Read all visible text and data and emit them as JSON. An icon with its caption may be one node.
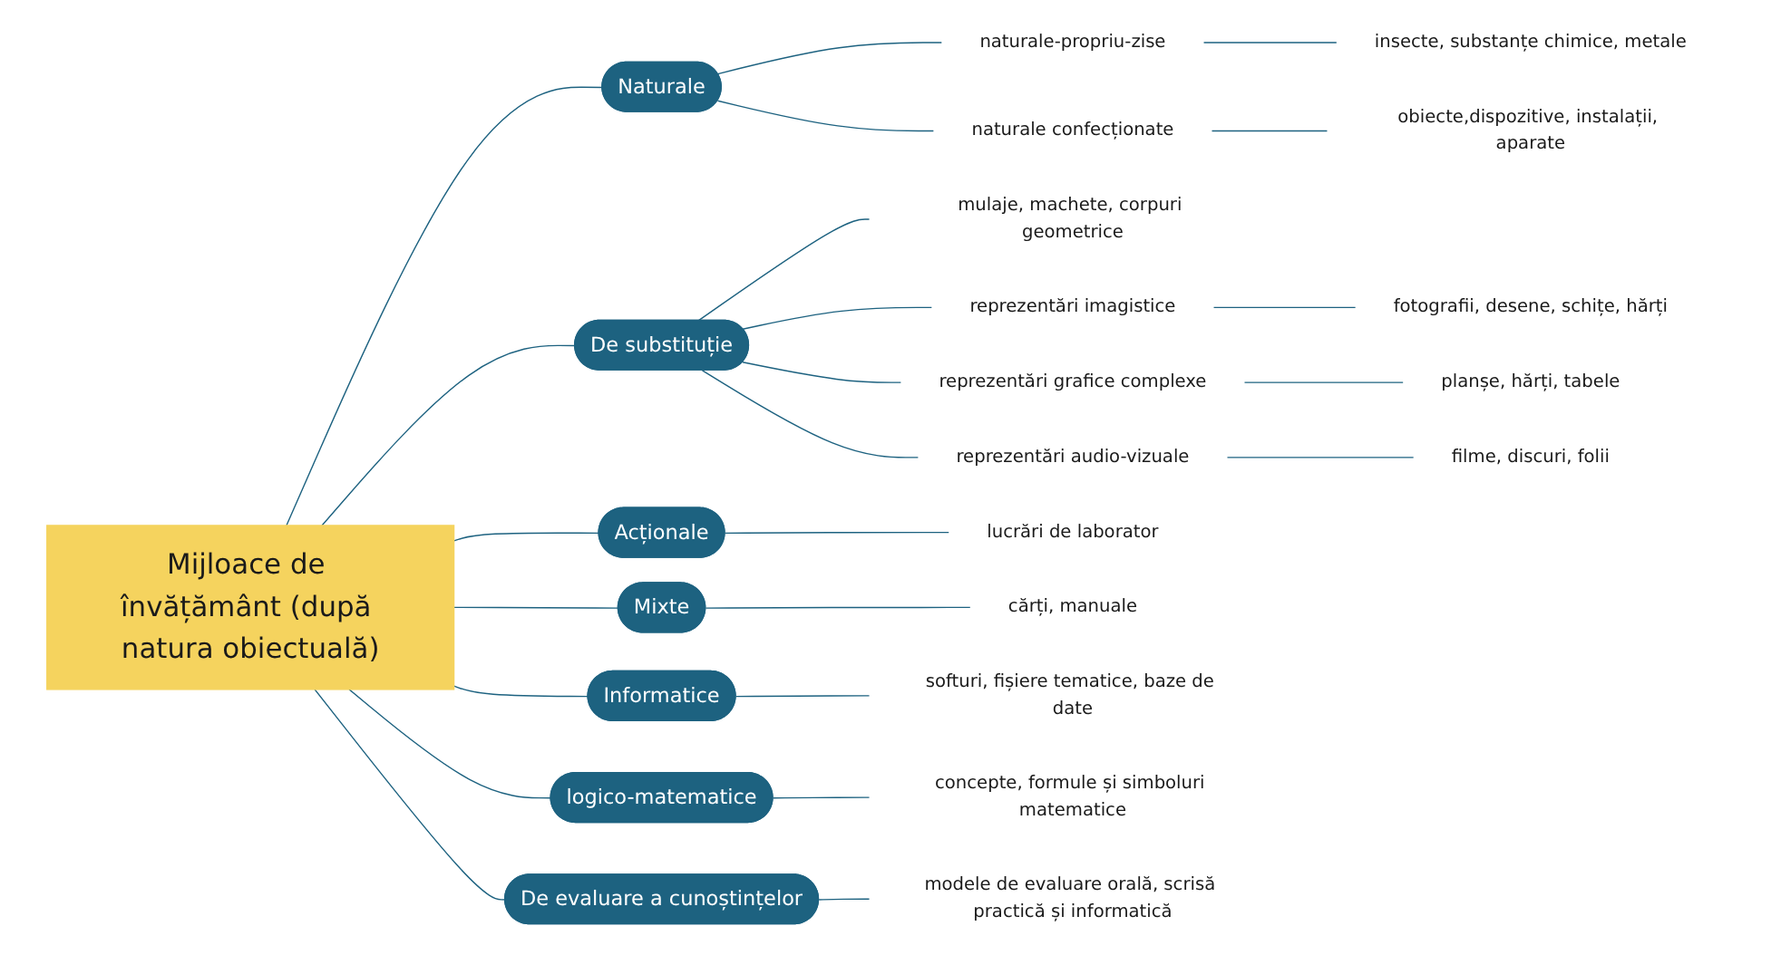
{
  "diagram": {
    "nodes": [
      {
        "text": [
          "Mijloace de învățământ (după natura obiectuală)"
        ]
      },
      {
        "text": [
          "Naturale"
        ]
      },
      {
        "text": [
          "naturale-propriu-zise"
        ]
      },
      {
        "text": [
          "insecte, substanțe chimice, metale"
        ]
      },
      {
        "text": [
          "naturale confecționate"
        ]
      },
      {
        "text": [
          "obiecte,dispozitive, instalații, aparate"
        ]
      },
      {
        "text": [
          "De substituție"
        ]
      },
      {
        "text": [
          "mulaje, machete, corpuri geometrice"
        ]
      },
      {
        "text": [
          "reprezentări imagistice"
        ]
      },
      {
        "text": [
          "fotografii, desene, schițe, hărți"
        ]
      },
      {
        "text": [
          "reprezentări grafice complexe"
        ]
      },
      {
        "text": [
          "planșe, hărți, tabele"
        ]
      },
      {
        "text": [
          "reprezentări audio-vizuale"
        ]
      },
      {
        "text": [
          "filme, discuri, folii"
        ]
      },
      {
        "text": [
          "Acționale"
        ]
      },
      {
        "text": [
          "lucrări de laborator"
        ]
      },
      {
        "text": [
          "Mixte"
        ]
      },
      {
        "text": [
          "cărți, manuale"
        ]
      },
      {
        "text": [
          "Informatice"
        ]
      },
      {
        "text": [
          "softuri, fișiere tematice, baze de date"
        ]
      },
      {
        "text": [
          "logico-matematice"
        ]
      },
      {
        "text": [
          "concepte, formule și simboluri matematice"
        ]
      },
      {
        "text": [
          "De evaluare a cunoștințelor"
        ]
      },
      {
        "text": [
          "modele de evaluare orală, scrisă practică și informatică"
        ]
      }
    ],
    "edges": [
      {
        "from": 0,
        "to": 1,
        "arrow": "none"
      },
      {
        "from": 1,
        "to": 2,
        "arrow": "none"
      },
      {
        "from": 2,
        "to": 3,
        "arrow": "none"
      },
      {
        "from": 1,
        "to": 4,
        "arrow": "none"
      },
      {
        "from": 4,
        "to": 5,
        "arrow": "none"
      },
      {
        "from": 0,
        "to": 6,
        "arrow": "none"
      },
      {
        "from": 6,
        "to": 7,
        "arrow": "none"
      },
      {
        "from": 6,
        "to": 8,
        "arrow": "none"
      },
      {
        "from": 8,
        "to": 9,
        "arrow": "none"
      },
      {
        "from": 6,
        "to": 10,
        "arrow": "none"
      },
      {
        "from": 10,
        "to": 11,
        "arrow": "none"
      },
      {
        "from": 6,
        "to": 12,
        "arrow": "none"
      },
      {
        "from": 12,
        "to": 13,
        "arrow": "none"
      },
      {
        "from": 0,
        "to": 14,
        "arrow": "none"
      },
      {
        "from": 14,
        "to": 15,
        "arrow": "none"
      },
      {
        "from": 0,
        "to": 16,
        "arrow": "none"
      },
      {
        "from": 16,
        "to": 17,
        "arrow": "none"
      },
      {
        "from": 0,
        "to": 18,
        "arrow": "none"
      },
      {
        "from": 18,
        "to": 19,
        "arrow": "none"
      },
      {
        "from": 0,
        "to": 20,
        "arrow": "none"
      },
      {
        "from": 20,
        "to": 21,
        "arrow": "none"
      },
      {
        "from": 0,
        "to": 22,
        "arrow": "none"
      },
      {
        "from": 22,
        "to": 23,
        "arrow": "none"
      }
    ]
  }
}
